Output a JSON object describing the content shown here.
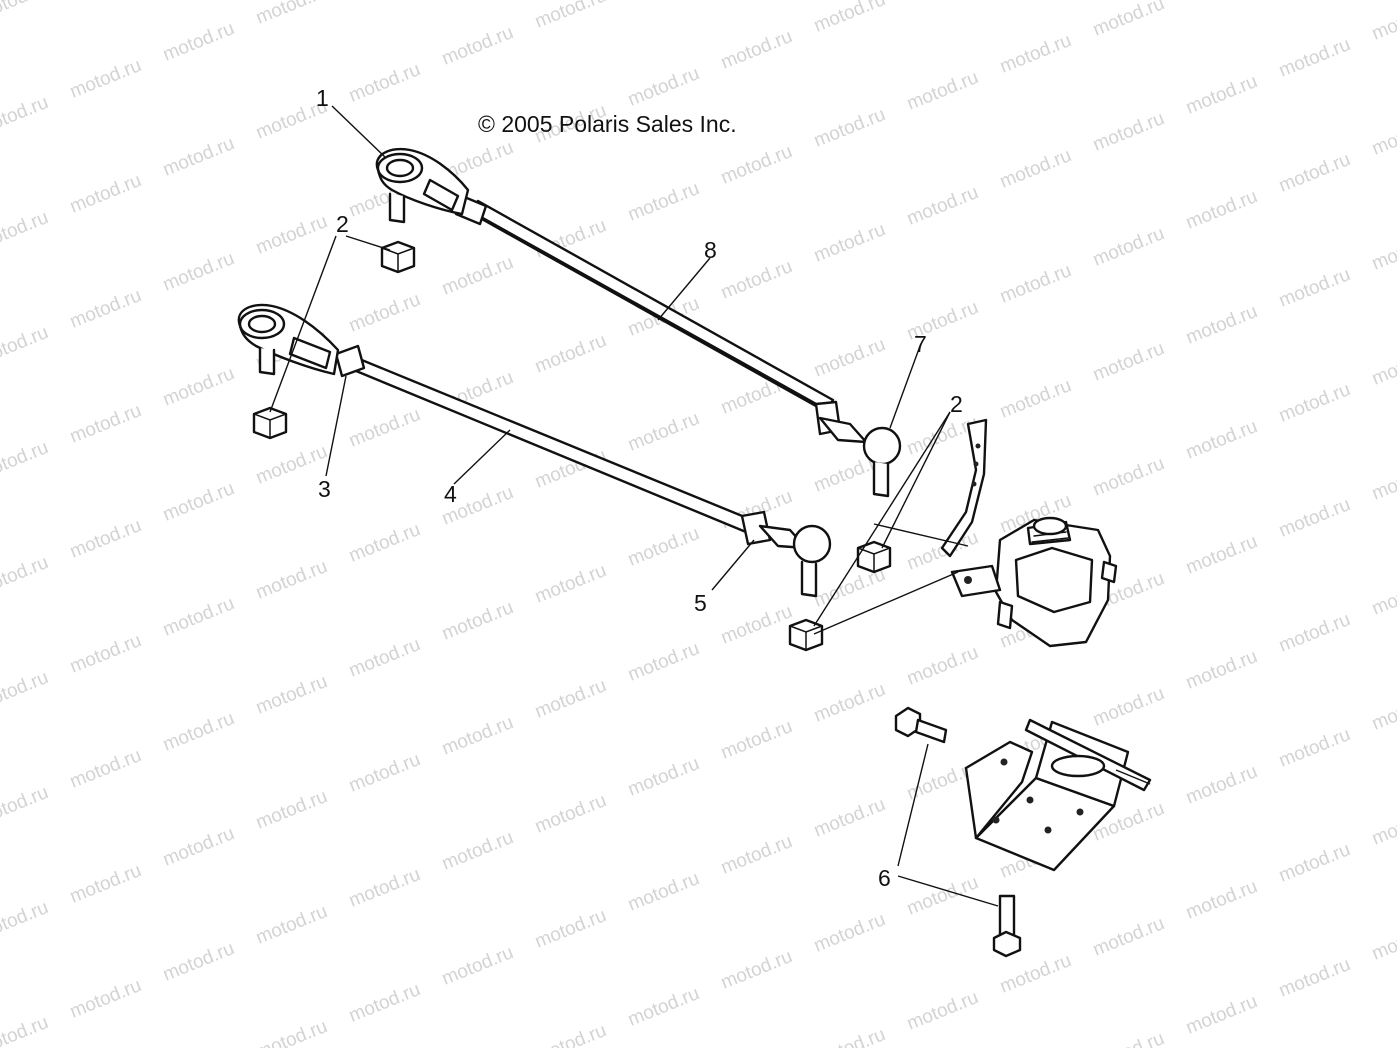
{
  "copyright": "© 2005 Polaris Sales Inc.",
  "watermark": "motod.ru",
  "callouts": [
    "1",
    "2",
    "2",
    "3",
    "4",
    "5",
    "6",
    "7",
    "8"
  ]
}
